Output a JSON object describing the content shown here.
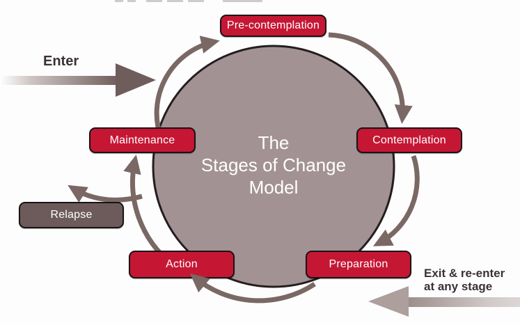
{
  "diagram": {
    "title_lines": [
      "The",
      "Stages of Change",
      "Model"
    ],
    "stages": {
      "pre_contemplation": "Pre-contemplation",
      "contemplation": "Contemplation",
      "preparation": "Preparation",
      "action": "Action",
      "maintenance": "Maintenance",
      "relapse": "Relapse"
    },
    "entry_label": "Enter",
    "exit_label_line1": "Exit & re-enter",
    "exit_label_line2": "at any stage",
    "flow_order": [
      "Pre-contemplation",
      "Contemplation",
      "Preparation",
      "Action",
      "Maintenance"
    ],
    "relapse_branch_from": "Maintenance-to-Action loop",
    "colors": {
      "stage_red": "#C51734",
      "relapse_taupe": "#6C5B5A",
      "circle_fill": "#A39294",
      "circle_outline": "#241D1F",
      "arrow_taupe": "#7A6865",
      "enter_arrow_dark": "#6F5D5B",
      "exit_arrow_light": "#AC9F9C",
      "label_text_dark": "#3A3136",
      "box_text": "#FFFFFF"
    }
  }
}
